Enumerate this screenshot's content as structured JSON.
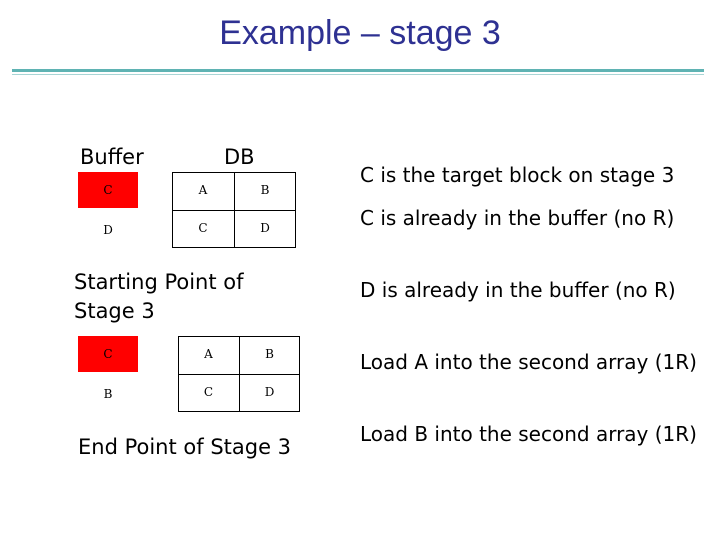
{
  "slide": {
    "title": "Example – stage 3",
    "buffer_label": "Buffer",
    "db_label": "DB",
    "start_label_line1": "Starting Point of",
    "start_label_line2": "Stage 3",
    "end_label": "End Point of Stage 3"
  },
  "diagram_start": {
    "buffer_cells": [
      "C",
      "D"
    ],
    "db_cells": [
      "A",
      "B",
      "C",
      "D"
    ]
  },
  "diagram_end": {
    "buffer_cells": [
      "C",
      "B"
    ],
    "db_cells": [
      "A",
      "B",
      "C",
      "D"
    ]
  },
  "bullets": [
    "C is the target block on stage 3",
    "C is already in the buffer (no R)",
    "D is already in the buffer (no R)",
    "Load A into the second array (1R)",
    "Load B into the second array (1R)"
  ],
  "colors": {
    "title": "#2e3192",
    "rule": "#5fb3b3",
    "highlight": "#ff0000"
  }
}
